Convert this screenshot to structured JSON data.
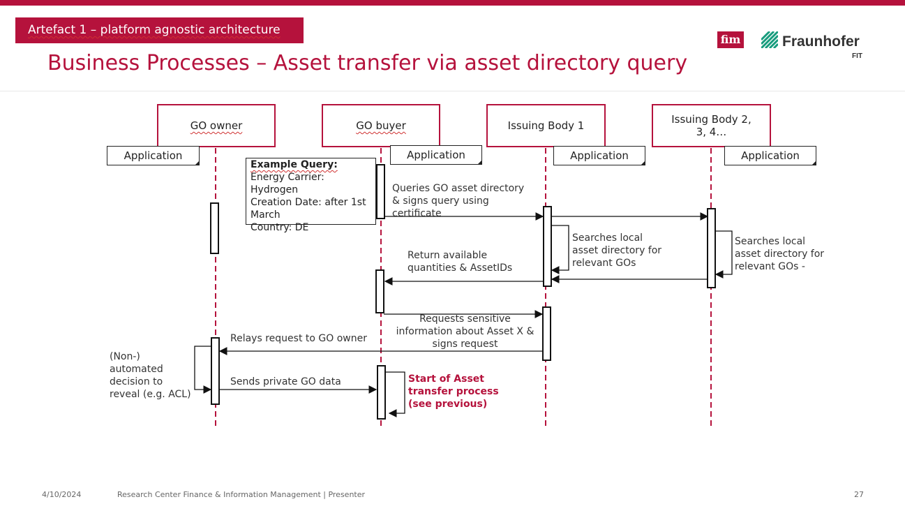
{
  "header": {
    "tag": "Artefact 1 – platform agnostic architecture",
    "title": "Business Processes – Asset transfer via asset directory query",
    "logo_fim": "fim",
    "logo_fraunhofer": "Fraunhofer",
    "logo_fraunhofer_sub": "FIT"
  },
  "actors": [
    {
      "name": "GO owner",
      "app_label": "Application"
    },
    {
      "name": "GO buyer",
      "app_label": "Application"
    },
    {
      "name": "Issuing Body 1",
      "app_label": "Application"
    },
    {
      "name": "Issuing Body 2, 3, 4…",
      "app_label": "Application"
    }
  ],
  "query_note": {
    "heading": "Example Query:",
    "lines": [
      "Energy Carrier: Hydrogen",
      "Creation Date: after 1st March",
      "Country: DE"
    ]
  },
  "messages": {
    "m1": "Queries GO asset directory & signs query using certificate",
    "m2": "Searches local asset directory for relevant GOs",
    "m3": "Searches local asset directory for relevant GOs -",
    "m4": "Return available quantities & AssetIDs",
    "m5": "Requests sensitive information about Asset X & signs request",
    "m6": "Relays request to GO owner",
    "m7": "(Non-) automated decision to reveal (e.g. ACL)",
    "m8": "Sends private GO data",
    "m9": "Start of Asset transfer process (see previous)"
  },
  "footer": {
    "date": "4/10/2024",
    "org": "Research Center Finance & Information Management | Presenter",
    "page": "27"
  },
  "colors": {
    "accent": "#b5123c"
  }
}
